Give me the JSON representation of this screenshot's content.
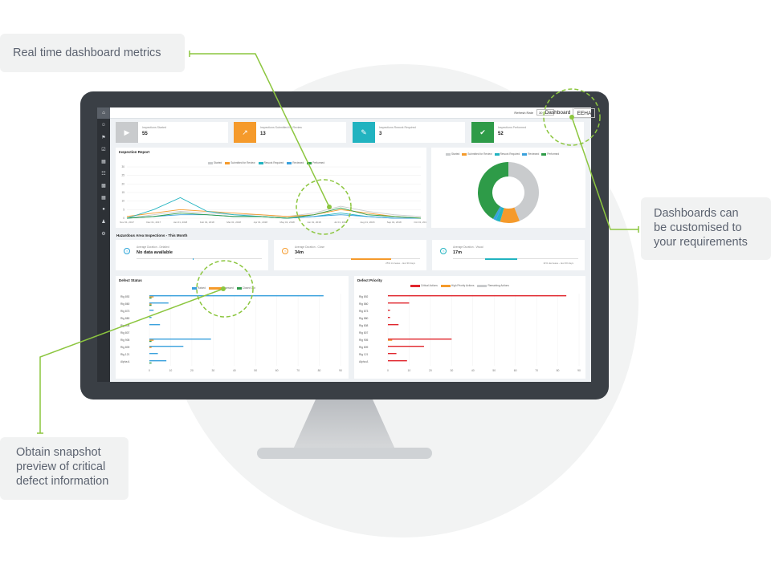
{
  "callouts": {
    "metrics": "Real time dashboard metrics",
    "custom_line1": "Dashboards can",
    "custom_line2": "be customised to",
    "custom_line3": "your requirements",
    "defect_line1": "Obtain snapshot",
    "defect_line2": "preview of critical",
    "defect_line3": "defect information"
  },
  "topbar": {
    "refresh_label": "Refresh Rate",
    "refresh_value": "30 s",
    "tabs": [
      "Dashboard",
      "EEHA"
    ]
  },
  "stats": [
    {
      "label": "Inspections Started",
      "value": "55",
      "color": "#c9cbcd",
      "icon": "play-icon"
    },
    {
      "label": "Inspections Submitted for Review",
      "value": "13",
      "color": "#f59a2b",
      "icon": "share-icon"
    },
    {
      "label": "Inspections Rework Required",
      "value": "3",
      "color": "#21b3c0",
      "icon": "edit-check-icon"
    },
    {
      "label": "Inspections Performed",
      "value": "52",
      "color": "#2e9b48",
      "icon": "check-icon"
    }
  ],
  "inspection_report": {
    "title": "Inspection Report",
    "legend": [
      "Started",
      "Submitted for Review",
      "Rework Required",
      "Reviewed",
      "Performed"
    ]
  },
  "pie_legend": [
    "Started",
    "Submitted for Review",
    "Rework Required",
    "Reviewed",
    "Performed"
  ],
  "hazardous": {
    "title": "Hazardous Area Inspections - This Month",
    "cards": [
      {
        "label": "Average Duration - Detailed",
        "value": "No data available",
        "note": "",
        "color": "#2aa4d8"
      },
      {
        "label": "Average Duration - Close",
        "value": "34m",
        "note": "25% increase - last 30 days",
        "color": "#f59a2b"
      },
      {
        "label": "Average Duration - Visual",
        "value": "17m",
        "note": "11% decrease - last 30 days",
        "color": "#21b3c0"
      }
    ]
  },
  "defect_status": {
    "title": "Defect Status",
    "legend": [
      "Raised",
      "Assessed",
      "Closed Out"
    ]
  },
  "defect_priority": {
    "title": "Defect Priority",
    "legend": [
      "Critical Actions",
      "High Priority Actions",
      "Remaining Actions"
    ]
  },
  "colors": {
    "started": "#c9cbcd",
    "submitted": "#f59a2b",
    "rework": "#21b3c0",
    "reviewed": "#3aa1dd",
    "performed": "#2e9b48",
    "critical": "#e0262d",
    "accent_green": "#8cc63f"
  },
  "chart_data": [
    {
      "type": "line",
      "title": "Inspection Report",
      "x_ticks": [
        "Nov 01, 2017",
        "Dec 01, 2017",
        "Jan 01, 2018",
        "Feb 01, 2018",
        "Mar 01, 2018",
        "Apr 01, 2018",
        "May 01, 2018",
        "Jun 01, 2018",
        "Jul 01, 2018",
        "Aug 01, 2018",
        "Sep 01, 2018",
        "Oct 01, 2018"
      ],
      "y_ticks": [
        0,
        5,
        10,
        15,
        20,
        25,
        30
      ],
      "ylim": [
        0,
        30
      ],
      "series": [
        {
          "name": "Started",
          "values": [
            0,
            2,
            4,
            3,
            2,
            2,
            1,
            3,
            7,
            4,
            2,
            1
          ]
        },
        {
          "name": "Submitted for Review",
          "values": [
            1,
            3,
            5,
            4,
            3,
            2,
            1,
            2,
            5,
            3,
            1,
            0
          ]
        },
        {
          "name": "Rework Required",
          "values": [
            0,
            5,
            12,
            4,
            2,
            1,
            0,
            1,
            3,
            1,
            0,
            0
          ]
        },
        {
          "name": "Reviewed",
          "values": [
            0,
            1,
            2,
            2,
            1,
            1,
            0,
            1,
            2,
            1,
            0,
            0
          ]
        },
        {
          "name": "Performed",
          "values": [
            0,
            1,
            3,
            2,
            1,
            1,
            0,
            2,
            6,
            2,
            1,
            0
          ]
        }
      ]
    },
    {
      "type": "pie",
      "labels": [
        "Started",
        "Submitted for Review",
        "Rework Required",
        "Reviewed",
        "Performed"
      ],
      "values": [
        55,
        13,
        3,
        2,
        52
      ]
    },
    {
      "type": "bar",
      "title": "Defect Status",
      "orientation": "horizontal",
      "categories": [
        "Rig 892",
        "Rig 860",
        "Rig 873",
        "Rig 880",
        "Rig 808",
        "Rig 807",
        "Rig 905",
        "Rig 809",
        "Rig 121",
        "Alpha A"
      ],
      "x_ticks": [
        0,
        10,
        20,
        30,
        40,
        50,
        60,
        70,
        80,
        90
      ],
      "series": [
        {
          "name": "Raised",
          "values": [
            82,
            9,
            2,
            1,
            5,
            0,
            29,
            16,
            4,
            8
          ]
        },
        {
          "name": "Assessed",
          "values": [
            2,
            1,
            0,
            0,
            0,
            0,
            2,
            1,
            0,
            0
          ]
        },
        {
          "name": "Closed Out",
          "values": [
            1,
            1,
            0,
            0,
            0,
            0,
            1,
            0,
            0,
            1
          ]
        }
      ]
    },
    {
      "type": "bar",
      "title": "Defect Priority",
      "orientation": "horizontal",
      "categories": [
        "Rig 892",
        "Rig 860",
        "Rig 873",
        "Rig 880",
        "Rig 808",
        "Rig 807",
        "Rig 905",
        "Rig 809",
        "Rig 121",
        "Alpha A"
      ],
      "x_ticks": [
        0,
        10,
        20,
        30,
        40,
        50,
        60,
        70,
        80,
        90
      ],
      "series": [
        {
          "name": "Critical Actions",
          "values": [
            84,
            10,
            1,
            1,
            5,
            0,
            30,
            17,
            4,
            9
          ]
        },
        {
          "name": "High Priority Actions",
          "values": [
            0,
            0,
            0,
            0,
            0,
            0,
            2,
            0,
            0,
            0
          ]
        },
        {
          "name": "Remaining Actions",
          "values": [
            0,
            0,
            0,
            0,
            0,
            0,
            0,
            0,
            0,
            0
          ]
        }
      ]
    }
  ]
}
